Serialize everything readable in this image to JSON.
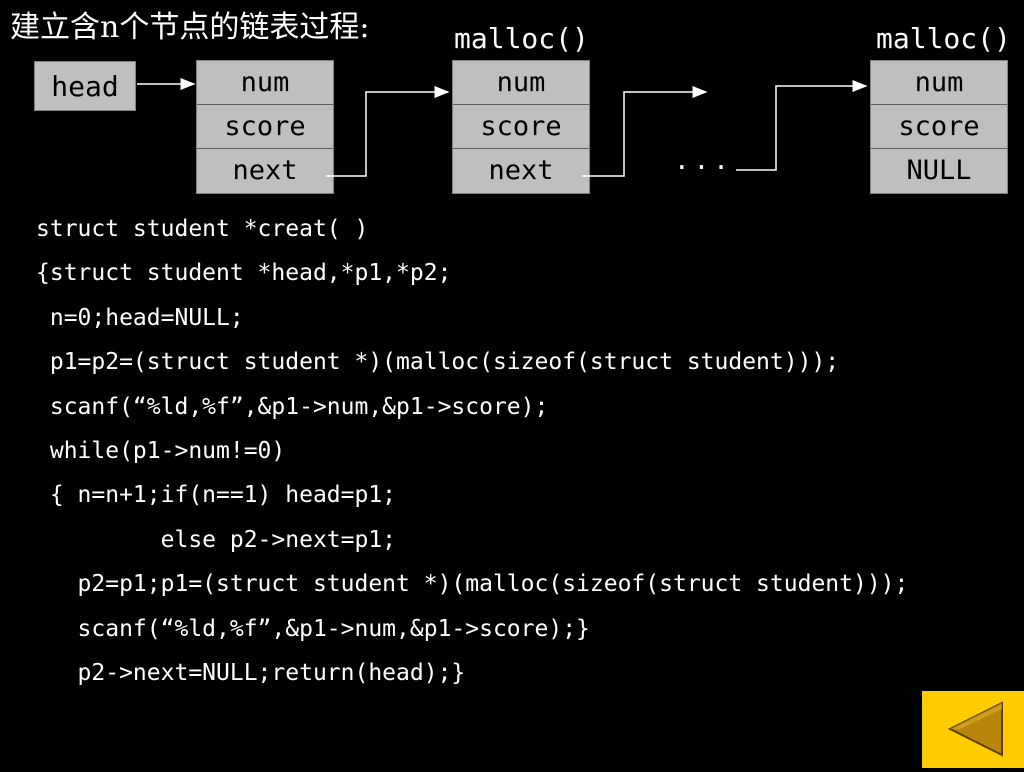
{
  "title": "建立含n个节点的链表过程:",
  "diagram": {
    "head_label": "head",
    "malloc_labels": [
      "malloc()",
      "malloc()"
    ],
    "nodes": [
      {
        "fields": [
          "num",
          "score",
          "next"
        ]
      },
      {
        "fields": [
          "num",
          "score",
          "next"
        ]
      },
      {
        "fields": [
          "num",
          "score",
          "NULL"
        ]
      }
    ],
    "ellipsis": "..."
  },
  "code": [
    "struct student *creat( )",
    "{struct student *head,*p1,*p2;",
    " n=0;head=NULL;",
    " p1=p2=(struct student *)(malloc(sizeof(struct student)));",
    " scanf(“%ld,%f”,&p1->num,&p1->score);",
    " while(p1->num!=0)",
    " { n=n+1;if(n==1) head=p1;",
    "         else p2->next=p1;",
    "   p2=p1;p1=(struct student *)(malloc(sizeof(struct student)));",
    "   scanf(“%ld,%f”,&p1->num,&p1->score);}",
    "   p2->next=NULL;return(head);}"
  ],
  "nav": {
    "back_icon": "triangle-left-icon",
    "button_color": "#ffcc00",
    "icon_color": "#b8860b"
  }
}
